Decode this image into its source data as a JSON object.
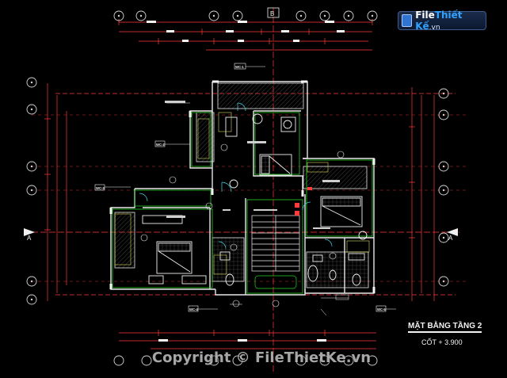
{
  "logo": {
    "prefix": "File",
    "accent": "Thiết Kế",
    "suffix": ".vn"
  },
  "watermark": {
    "text": "Copyright © FileThietKe.vn"
  },
  "drawing": {
    "title": "MẶT BẰNG TẦNG 2",
    "elevation": "CỐT + 3.900",
    "grid_labels": {
      "left": "A",
      "right": "A",
      "top": "B"
    },
    "room_tags": [
      "WC-1",
      "WC-2",
      "WC-3",
      "WC-4",
      "WC-5"
    ],
    "colors": {
      "background": "#000000",
      "dimension": "#ff3b3b",
      "walls": "#e8e8e8",
      "hatch": "#d8d85a",
      "furniture": "#f0f0f0",
      "green": "#26d026",
      "cyan": "#41d7e6"
    }
  }
}
